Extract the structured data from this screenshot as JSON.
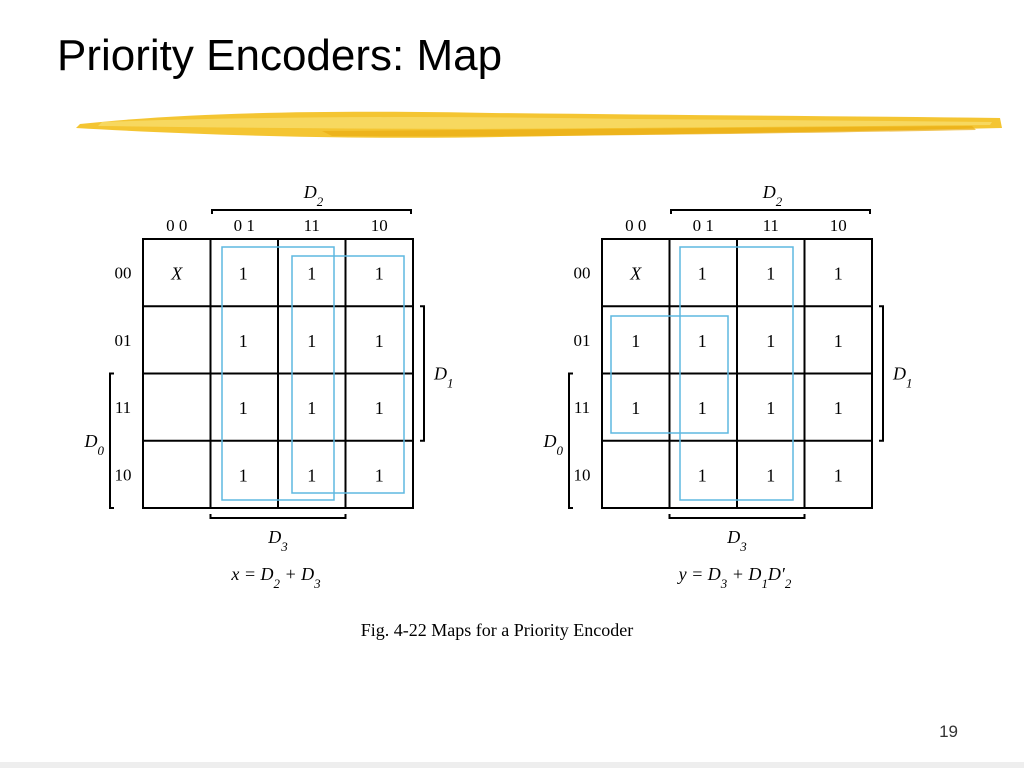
{
  "title": "Priority Encoders: Map",
  "caption": "Fig. 4-22  Maps for a Priority Encoder",
  "page_number": "19",
  "colors": {
    "highlight": "#f3c227",
    "loop": "#5fb8e0",
    "grid": "#000000"
  },
  "maps": [
    {
      "col_headers": [
        "0 0",
        "0 1",
        "11",
        "10"
      ],
      "row_headers": [
        "00",
        "01",
        "11",
        "10"
      ],
      "cells": [
        [
          "X",
          "1",
          "1",
          "1"
        ],
        [
          "",
          "1",
          "1",
          "1"
        ],
        [
          "",
          "1",
          "1",
          "1"
        ],
        [
          "",
          "1",
          "1",
          "1"
        ]
      ],
      "labels": {
        "top": [
          "D",
          "2"
        ],
        "right": [
          "D",
          "1"
        ],
        "left": [
          "D",
          "0"
        ],
        "bottom": [
          "D",
          "3"
        ]
      },
      "equation": [
        [
          "x = D",
          ""
        ],
        [
          "2",
          "sub"
        ],
        [
          " + D",
          ""
        ],
        [
          "3",
          "sub"
        ]
      ]
    },
    {
      "col_headers": [
        "0 0",
        "0 1",
        "11",
        "10"
      ],
      "row_headers": [
        "00",
        "01",
        "11",
        "10"
      ],
      "cells": [
        [
          "X",
          "1",
          "1",
          "1"
        ],
        [
          "1",
          "1",
          "1",
          "1"
        ],
        [
          "1",
          "1",
          "1",
          "1"
        ],
        [
          "",
          "1",
          "1",
          "1"
        ]
      ],
      "labels": {
        "top": [
          "D",
          "2"
        ],
        "right": [
          "D",
          "1"
        ],
        "left": [
          "D",
          "0"
        ],
        "bottom": [
          "D",
          "3"
        ]
      },
      "equation": [
        [
          "y = D",
          ""
        ],
        [
          "3",
          "sub"
        ],
        [
          " + D",
          ""
        ],
        [
          "1",
          "sub"
        ],
        [
          "D′",
          ""
        ],
        [
          "2",
          "sub"
        ]
      ]
    }
  ]
}
